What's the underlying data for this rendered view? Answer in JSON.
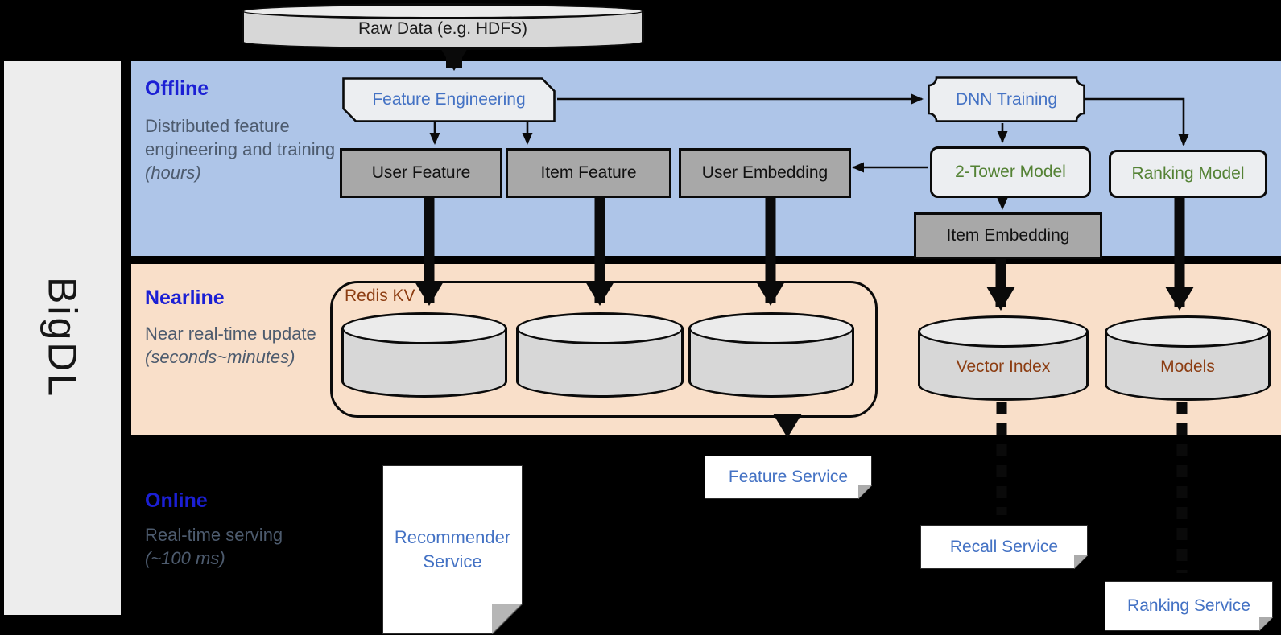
{
  "brand": "BigDL",
  "raw_data_label": "Raw Data (e.g. HDFS)",
  "sections": {
    "offline": {
      "title": "Offline",
      "desc": "Distributed feature engineering and training ",
      "desc_note": "(hours)"
    },
    "nearline": {
      "title": "Nearline",
      "desc": "Near real-time update ",
      "desc_note": "(seconds~minutes)"
    },
    "online": {
      "title": "Online",
      "desc": "Real-time serving ",
      "desc_note": "(~100 ms)"
    }
  },
  "nodes": {
    "feature_engineering": "Feature Engineering",
    "dnn_training": "DNN Training",
    "user_feature": "User Feature",
    "item_feature": "Item Feature",
    "user_embedding": "User Embedding",
    "two_tower_model": "2-Tower Model",
    "ranking_model": "Ranking Model",
    "item_embedding": "Item Embedding",
    "redis_kv": "Redis KV",
    "vector_index": "Vector Index",
    "models": "Models",
    "recommender_service": "Recommender Service",
    "feature_service": "Feature Service",
    "recall_service": "Recall Service",
    "ranking_service": "Ranking Service"
  },
  "colors": {
    "offline_band": "#aec5e8",
    "nearline_band": "#f9dfc9",
    "section_title": "#1b1fd4",
    "section_desc": "#4d5b6e",
    "blue_node_text": "#4472c4",
    "green_node_text": "#548235",
    "brown_node_text": "#8c3d12",
    "gray_box_fill": "#a8a8a8",
    "light_box_fill": "#eceef1",
    "cylinder_fill": "#d7d7d7",
    "background": "#000000"
  }
}
